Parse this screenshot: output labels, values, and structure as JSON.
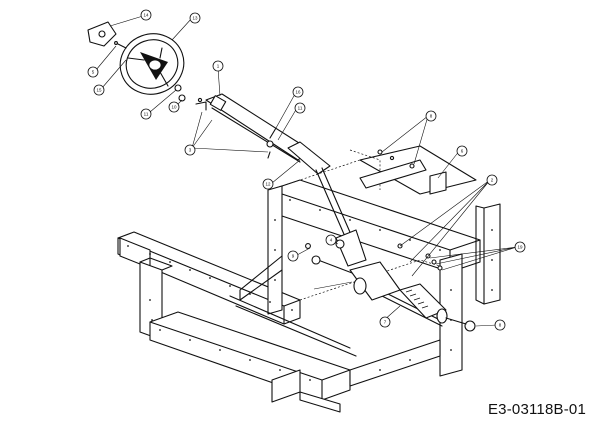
{
  "drawing_code": "E3-03118B-01",
  "callouts": [
    {
      "id": "c14",
      "label": "14"
    },
    {
      "id": "c13",
      "label": "13"
    },
    {
      "id": "c5",
      "label": "5"
    },
    {
      "id": "c15",
      "label": "15"
    },
    {
      "id": "c11a",
      "label": "11"
    },
    {
      "id": "c10",
      "label": "10"
    },
    {
      "id": "c1",
      "label": "1"
    },
    {
      "id": "c16",
      "label": "16"
    },
    {
      "id": "c11b",
      "label": "11"
    },
    {
      "id": "c3",
      "label": "3"
    },
    {
      "id": "c12",
      "label": "12"
    },
    {
      "id": "c8a",
      "label": "8"
    },
    {
      "id": "c6",
      "label": "6"
    },
    {
      "id": "c2",
      "label": "2"
    },
    {
      "id": "c9",
      "label": "9"
    },
    {
      "id": "c4",
      "label": "4"
    },
    {
      "id": "c7",
      "label": "7"
    },
    {
      "id": "c19",
      "label": "19"
    },
    {
      "id": "c8b",
      "label": "8"
    }
  ]
}
